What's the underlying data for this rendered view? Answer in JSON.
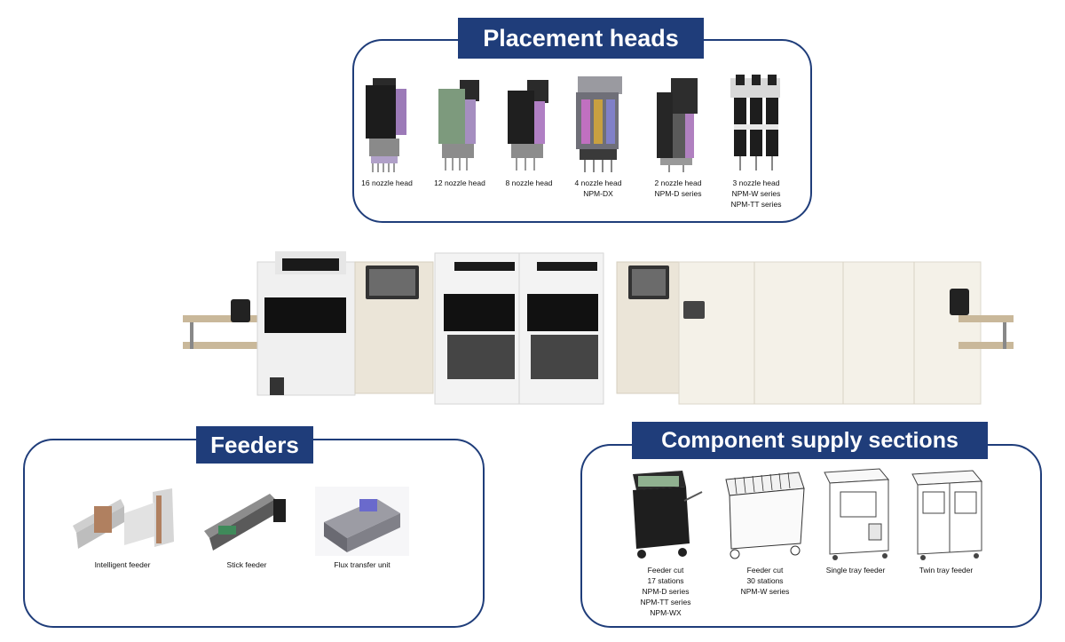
{
  "placement_heads": {
    "title": "Placement heads",
    "items": [
      {
        "lines": [
          "16 nozzle head"
        ]
      },
      {
        "lines": [
          "12 nozzle head"
        ]
      },
      {
        "lines": [
          "8 nozzle head"
        ]
      },
      {
        "lines": [
          "4 nozzle head",
          "NPM-DX"
        ]
      },
      {
        "lines": [
          "2 nozzle head",
          "NPM-D series"
        ]
      },
      {
        "lines": [
          "3 nozzle head",
          "NPM-W series",
          "NPM-TT series"
        ]
      }
    ]
  },
  "feeders": {
    "title": "Feeders",
    "items": [
      {
        "lines": [
          "Intelligent feeder"
        ]
      },
      {
        "lines": [
          "Stick feeder"
        ]
      },
      {
        "lines": [
          "Flux transfer unit"
        ]
      }
    ]
  },
  "component_supply": {
    "title": "Component supply sections",
    "items": [
      {
        "lines": [
          "Feeder cut",
          "17 stations",
          "NPM-D series",
          "NPM-TT series",
          "NPM-WX"
        ]
      },
      {
        "lines": [
          "Feeder cut",
          "30 stations",
          "NPM-W series"
        ]
      },
      {
        "lines": [
          "Single tray feeder"
        ]
      },
      {
        "lines": [
          "Twin tray feeder"
        ]
      }
    ]
  },
  "colors": {
    "panel_border": "#1f3d7a",
    "title_bg": "#1f3d7a",
    "title_text": "#ffffff"
  }
}
